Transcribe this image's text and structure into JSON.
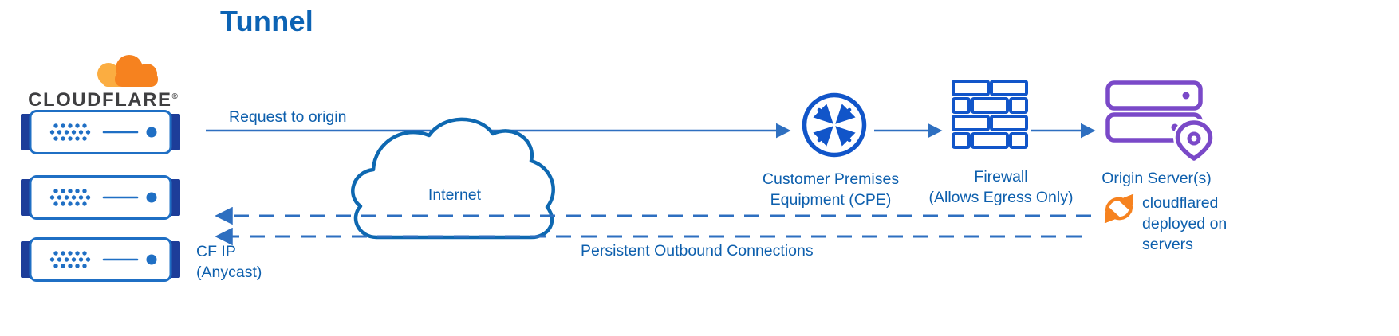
{
  "page": {
    "title": "Tunnel"
  },
  "brand": {
    "name": "CLOUDFLARE",
    "registered": "®"
  },
  "colors": {
    "label_blue": "#0d5fad",
    "line_blue": "#2e6fc0",
    "icon_blue": "#1155c9",
    "rack_blue": "#1f6fc4",
    "rack_navy": "#1d3d99",
    "cloud_stroke": "#0e68b1",
    "orange": "#f6821f",
    "orange_light": "#fbad41",
    "purple": "#7a49c8",
    "brand_text": "#3f3f41"
  },
  "nodes": {
    "edge_servers": {
      "icon": "server-rack-icon",
      "count": 3
    },
    "internet": {
      "label": "Internet",
      "icon": "internet-cloud-icon"
    },
    "cpe": {
      "label_line1": "Customer Premises",
      "label_line2": "Equipment (CPE)",
      "icon": "cpe-router-icon"
    },
    "firewall": {
      "label_line1": "Firewall",
      "label_line2": "(Allows Egress Only)",
      "icon": "firewall-bricks-icon"
    },
    "origin": {
      "label": "Origin Server(s)",
      "icon": "origin-servers-icon"
    },
    "cloudflared": {
      "label_line1": "cloudflared",
      "label_line2": "deployed on",
      "label_line3": "servers",
      "icon": "sync-arrows-icon"
    }
  },
  "edges": {
    "request": {
      "label": "Request to origin",
      "style": "solid-arrow-right"
    },
    "persistent": {
      "label": "Persistent Outbound Connections",
      "style": "dashed-arrows-left",
      "count": 2
    },
    "cf_ip": {
      "label_line1": "CF IP",
      "label_line2": "(Anycast)"
    }
  }
}
